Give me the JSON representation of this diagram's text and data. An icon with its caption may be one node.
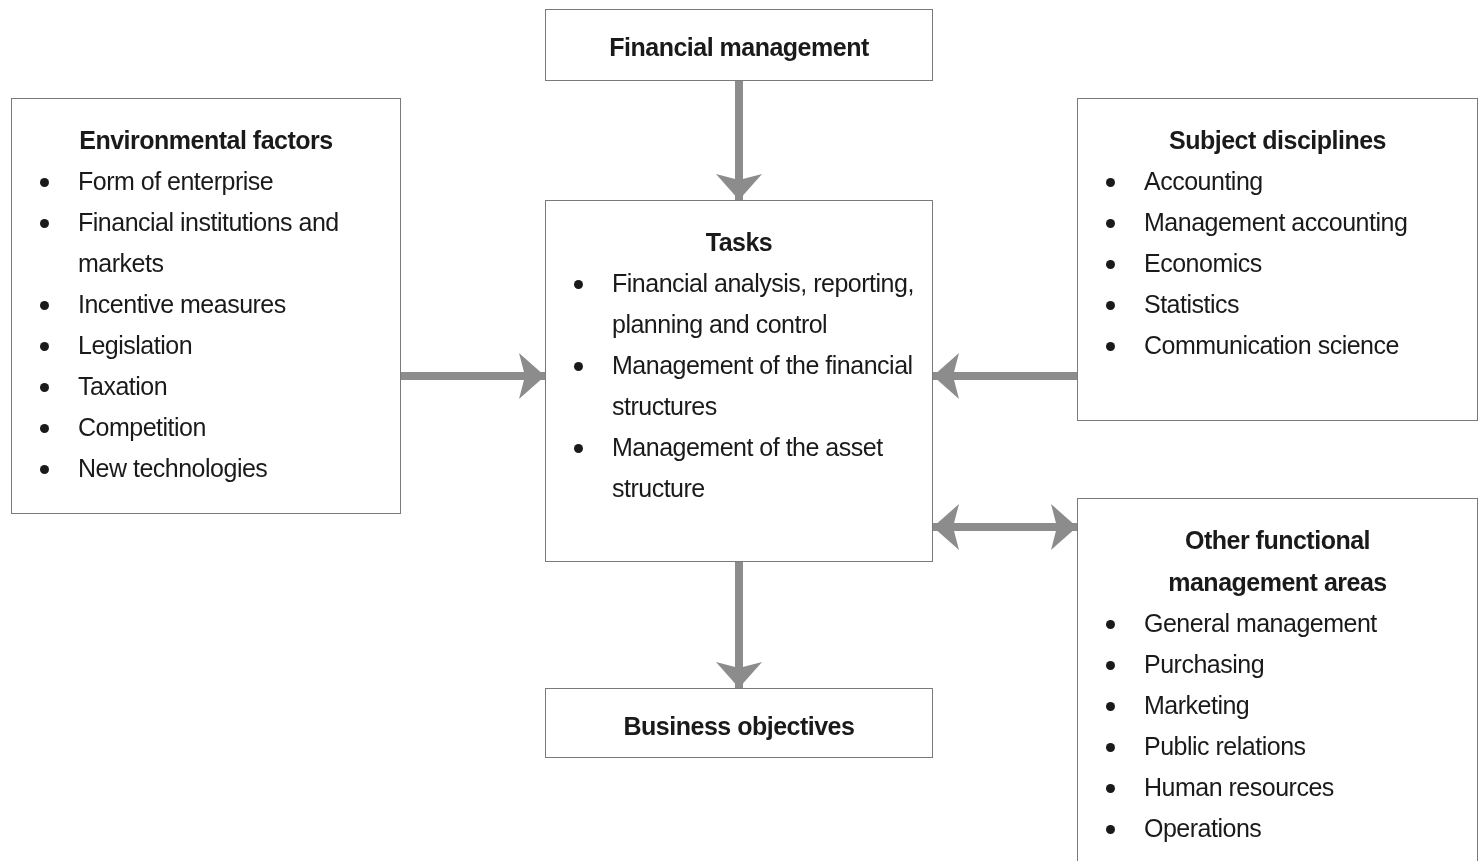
{
  "diagram": {
    "nodes": [
      {
        "text": [
          "Financial management"
        ]
      },
      {
        "text": [
          "Environmental factors",
          "Form of enterprise",
          "Financial institutions and markets",
          "Incentive measures",
          "Legislation",
          "Taxation",
          "Competition",
          "New technologies"
        ]
      },
      {
        "text": [
          "Tasks",
          "Financial analysis, reporting, planning and control",
          "Management of the financial structures",
          "Management of the asset structure"
        ]
      },
      {
        "text": [
          "Subject disciplines",
          "Accounting",
          "Management accounting",
          "Economics",
          "Statistics",
          "Communication science"
        ]
      },
      {
        "text": [
          "Other functional management areas",
          "General management",
          "Purchasing",
          "Marketing",
          "Public relations",
          "Human resources",
          "Operations"
        ]
      },
      {
        "text": [
          "Business objectives"
        ]
      }
    ],
    "edges": [
      {
        "from": 0,
        "to": 2,
        "arrow": "to"
      },
      {
        "from": 1,
        "to": 2,
        "arrow": "to"
      },
      {
        "from": 3,
        "to": 2,
        "arrow": "to"
      },
      {
        "from": 2,
        "to": 4,
        "arrow": "both"
      },
      {
        "from": 2,
        "to": 5,
        "arrow": "to"
      }
    ]
  }
}
